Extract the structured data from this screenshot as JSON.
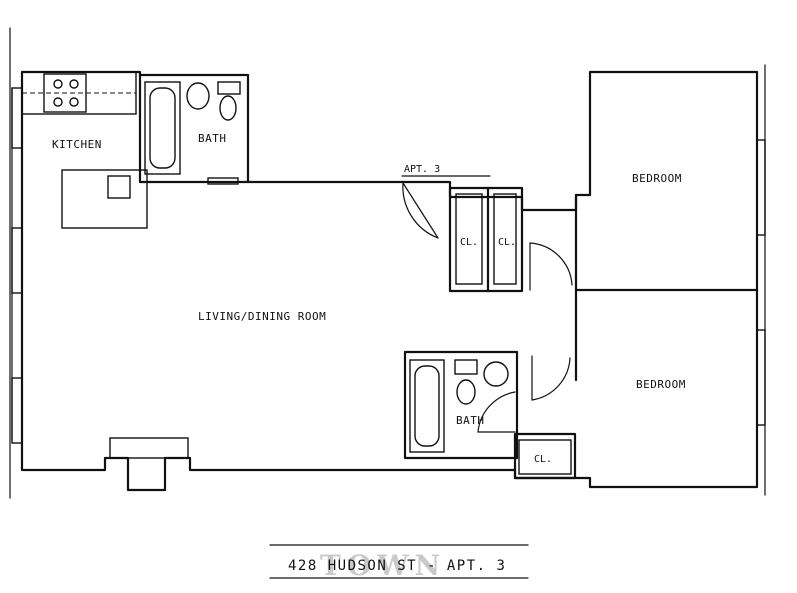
{
  "plan": {
    "rooms": {
      "kitchen": "KITCHEN",
      "bath_1": "BATH",
      "bath_2": "BATH",
      "living": "LIVING/DINING ROOM",
      "bedroom_1": "BEDROOM",
      "bedroom_2": "BEDROOM",
      "closet_1": "CL.",
      "closet_2": "CL.",
      "closet_3": "CL."
    },
    "unit_label": "APT. 3",
    "caption": "428 HUDSON ST - APT. 3",
    "watermark": "TOWN"
  }
}
